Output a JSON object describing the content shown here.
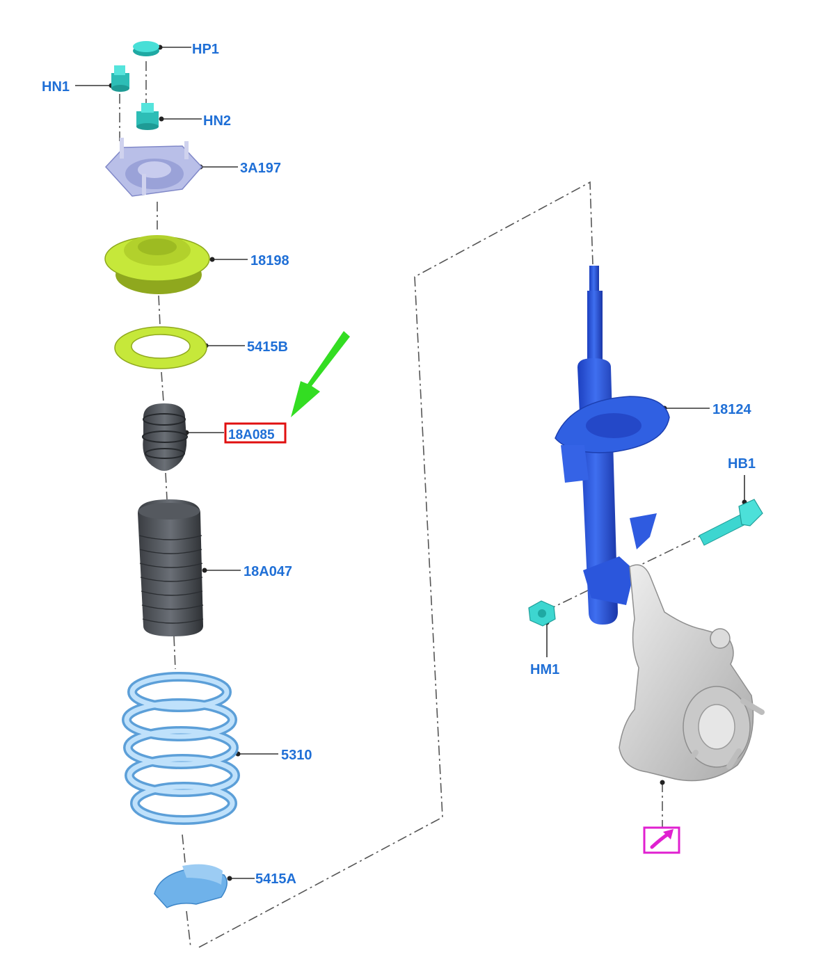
{
  "labels": {
    "hp1": "HP1",
    "hn1": "HN1",
    "hn2": "HN2",
    "a3a197": "3A197",
    "a18198": "18198",
    "a5415b": "5415B",
    "a18a085": "18A085",
    "a18a047": "18A047",
    "a5310": "5310",
    "a5415a": "5415A",
    "a18124": "18124",
    "hb1": "HB1",
    "hm1": "HM1"
  },
  "colors": {
    "label_text": "#1f6fd6",
    "highlight_box": "#e01010",
    "pointer_arrow": "#33dd22",
    "link_box": "#e020d0",
    "strut": "#2f5be0",
    "spring": "#8fc6f0",
    "seat_green": "#c6e83a",
    "bumper": "#4a4f55",
    "mount": "#a7aee0",
    "fastener": "#3dd6d0",
    "knuckle": "#d4d4d4"
  },
  "icons": {
    "link": "arrow-up-right-icon",
    "pointer": "green-pointer-arrow"
  }
}
